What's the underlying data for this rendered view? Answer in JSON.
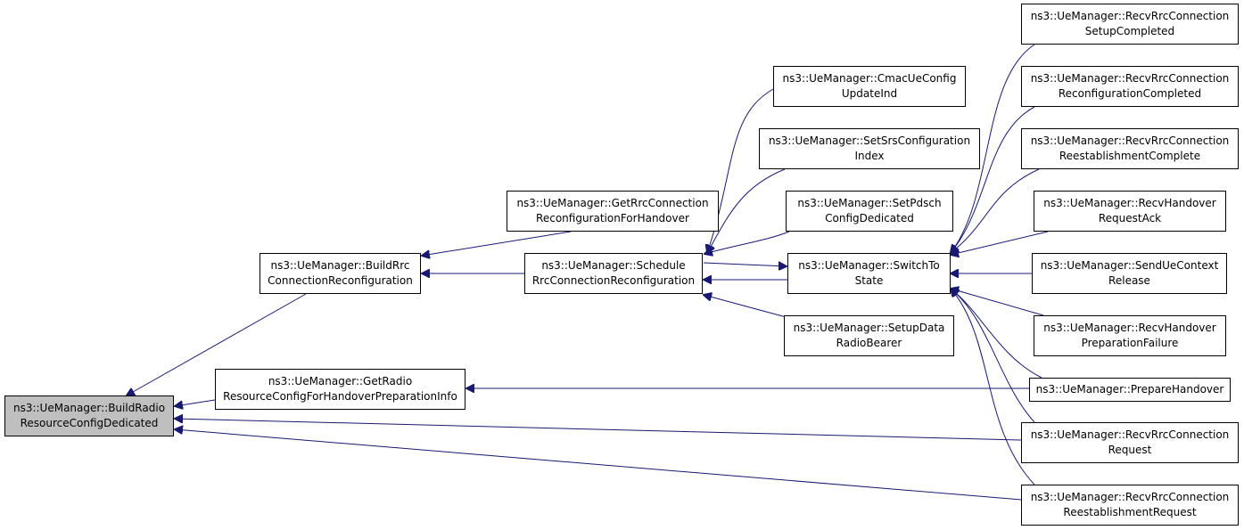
{
  "colors": {
    "edge": "#191970",
    "node_border": "#000000",
    "node_fill": "#ffffff",
    "root_fill": "#bfbfbf"
  },
  "nodes": {
    "build_radio": {
      "line1": "ns3::UeManager::BuildRadio",
      "line2": "ResourceConfigDedicated"
    },
    "build_rrc": {
      "line1": "ns3::UeManager::BuildRrc",
      "line2": "ConnectionReconfiguration"
    },
    "get_radio": {
      "line1": "ns3::UeManager::GetRadio",
      "line2": "ResourceConfigForHandoverPreparationInfo"
    },
    "get_rrc": {
      "line1": "ns3::UeManager::GetRrcConnection",
      "line2": "ReconfigurationForHandover"
    },
    "schedule": {
      "line1": "ns3::UeManager::Schedule",
      "line2": "RrcConnectionReconfiguration"
    },
    "cmac": {
      "line1": "ns3::UeManager::CmacUeConfig",
      "line2": "UpdateInd"
    },
    "set_srs": {
      "line1": "ns3::UeManager::SetSrsConfiguration",
      "line2": "Index"
    },
    "set_pdsch": {
      "line1": "ns3::UeManager::SetPdsch",
      "line2": "ConfigDedicated"
    },
    "switch_to": {
      "line1": "ns3::UeManager::SwitchTo",
      "line2": "State"
    },
    "setup_data": {
      "line1": "ns3::UeManager::SetupData",
      "line2": "RadioBearer"
    },
    "recv_setup": {
      "line1": "ns3::UeManager::RecvRrcConnection",
      "line2": "SetupCompleted"
    },
    "recv_reconf": {
      "line1": "ns3::UeManager::RecvRrcConnection",
      "line2": "ReconfigurationCompleted"
    },
    "recv_reest_complete": {
      "line1": "ns3::UeManager::RecvRrcConnection",
      "line2": "ReestablishmentComplete"
    },
    "recv_ho_ack": {
      "line1": "ns3::UeManager::RecvHandover",
      "line2": "RequestAck"
    },
    "send_ue_ctx": {
      "line1": "ns3::UeManager::SendUeContext",
      "line2": "Release"
    },
    "recv_ho_fail": {
      "line1": "ns3::UeManager::RecvHandover",
      "line2": "PreparationFailure"
    },
    "prepare_ho": {
      "line1": "ns3::UeManager::PrepareHandover",
      "line2": ""
    },
    "recv_request": {
      "line1": "ns3::UeManager::RecvRrcConnection",
      "line2": "Request"
    },
    "recv_reest_request": {
      "line1": "ns3::UeManager::RecvRrcConnection",
      "line2": "ReestablishmentRequest"
    }
  },
  "edges": [
    {
      "from": "build_rrc",
      "to": "build_radio"
    },
    {
      "from": "get_radio",
      "to": "build_radio"
    },
    {
      "from": "recv_request",
      "to": "build_radio"
    },
    {
      "from": "recv_reest_request",
      "to": "build_radio"
    },
    {
      "from": "get_rrc",
      "to": "build_rrc"
    },
    {
      "from": "schedule",
      "to": "build_rrc"
    },
    {
      "from": "prepare_ho",
      "to": "get_radio"
    },
    {
      "from": "cmac",
      "to": "schedule"
    },
    {
      "from": "set_srs",
      "to": "schedule"
    },
    {
      "from": "set_pdsch",
      "to": "schedule"
    },
    {
      "from": "switch_to",
      "to": "schedule"
    },
    {
      "from": "setup_data",
      "to": "schedule"
    },
    {
      "from": "schedule",
      "to": "switch_to"
    },
    {
      "from": "recv_setup",
      "to": "switch_to"
    },
    {
      "from": "recv_reconf",
      "to": "switch_to"
    },
    {
      "from": "recv_reest_complete",
      "to": "switch_to"
    },
    {
      "from": "recv_ho_ack",
      "to": "switch_to"
    },
    {
      "from": "send_ue_ctx",
      "to": "switch_to"
    },
    {
      "from": "recv_ho_fail",
      "to": "switch_to"
    },
    {
      "from": "prepare_ho",
      "to": "switch_to"
    },
    {
      "from": "recv_request",
      "to": "switch_to"
    },
    {
      "from": "recv_reest_request",
      "to": "switch_to"
    }
  ]
}
